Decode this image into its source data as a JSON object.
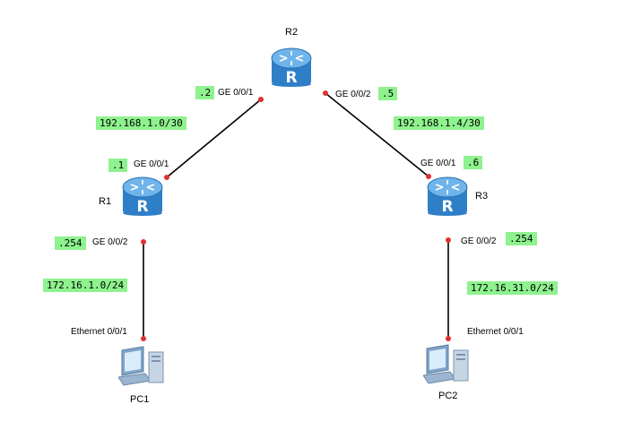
{
  "devices": {
    "r1": {
      "name": "R1",
      "glyph": "R"
    },
    "r2": {
      "name": "R2",
      "glyph": "R"
    },
    "r3": {
      "name": "R3",
      "glyph": "R"
    },
    "pc1": {
      "name": "PC1"
    },
    "pc2": {
      "name": "PC2"
    }
  },
  "interfaces": {
    "r2_left": "GE 0/0/1",
    "r2_right": "GE 0/0/2",
    "r1_up": "GE 0/0/1",
    "r1_down": "GE 0/0/2",
    "r3_up": "GE 0/0/1",
    "r3_down": "GE 0/0/2",
    "pc1_eth": "Ethernet 0/0/1",
    "pc2_eth": "Ethernet 0/0/1"
  },
  "host_octets": {
    "r2_left": ".2",
    "r2_right": ".5",
    "r1_up": ".1",
    "r3_up": ".6",
    "r1_down": ".254",
    "r3_down": ".254"
  },
  "networks": {
    "r1_r2": "192.168.1.0/30",
    "r2_r3": "192.168.1.4/30",
    "r1_lan": "172.16.1.0/24",
    "r3_lan": "172.16.31.0/24"
  },
  "colors": {
    "label_bg": "#8ef28e",
    "port_dot": "#e03030",
    "link": "#000000",
    "router_body": "#2f7fc8",
    "router_top": "#6fb4ea"
  }
}
